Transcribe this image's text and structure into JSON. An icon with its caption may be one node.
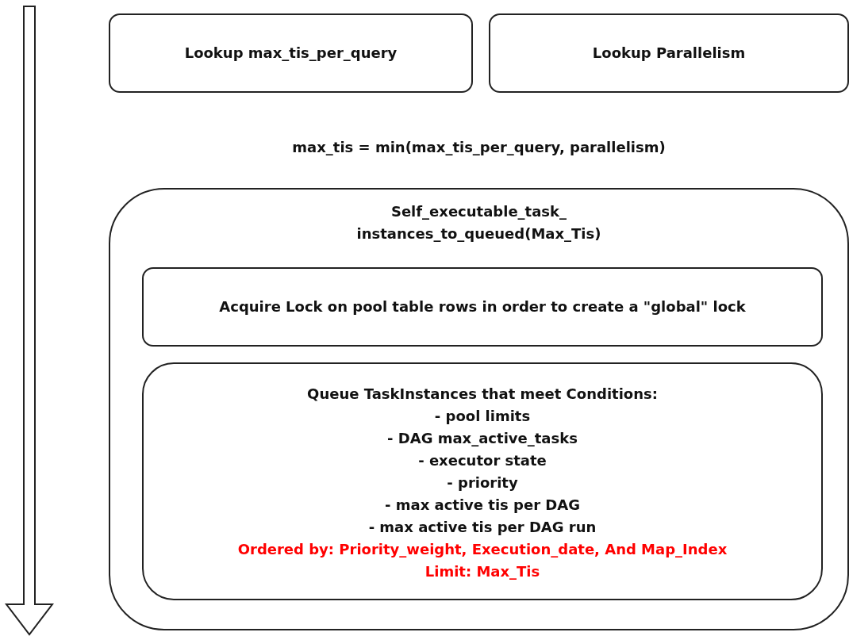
{
  "diagram": {
    "nodes": [
      {
        "text": [
          "Lookup max_tis_per_query"
        ]
      },
      {
        "text": [
          "Lookup Parallelism"
        ]
      },
      {
        "text": [
          "Self_executable_task_ instances_to_queued(Max_Tis)"
        ]
      },
      {
        "text": [
          "Acquire Lock on pool table rows in order to create a \"global\" lock"
        ],
        "in": 2
      },
      {
        "text": [
          "Queue TaskInstances that meet Conditions:",
          "- pool limits",
          "- DAG max_active_tasks",
          "- executor state",
          "- priority",
          "- max active tis per DAG",
          "- max active tis per DAG run",
          "Ordered by: Priority_weight, Execution_date, And Map_Index",
          "Limit: Max_Tis"
        ],
        "in": 2
      }
    ],
    "edges": [],
    "labels": [
      "max_tis = min(max_tis_per_query, parallelism)"
    ]
  }
}
